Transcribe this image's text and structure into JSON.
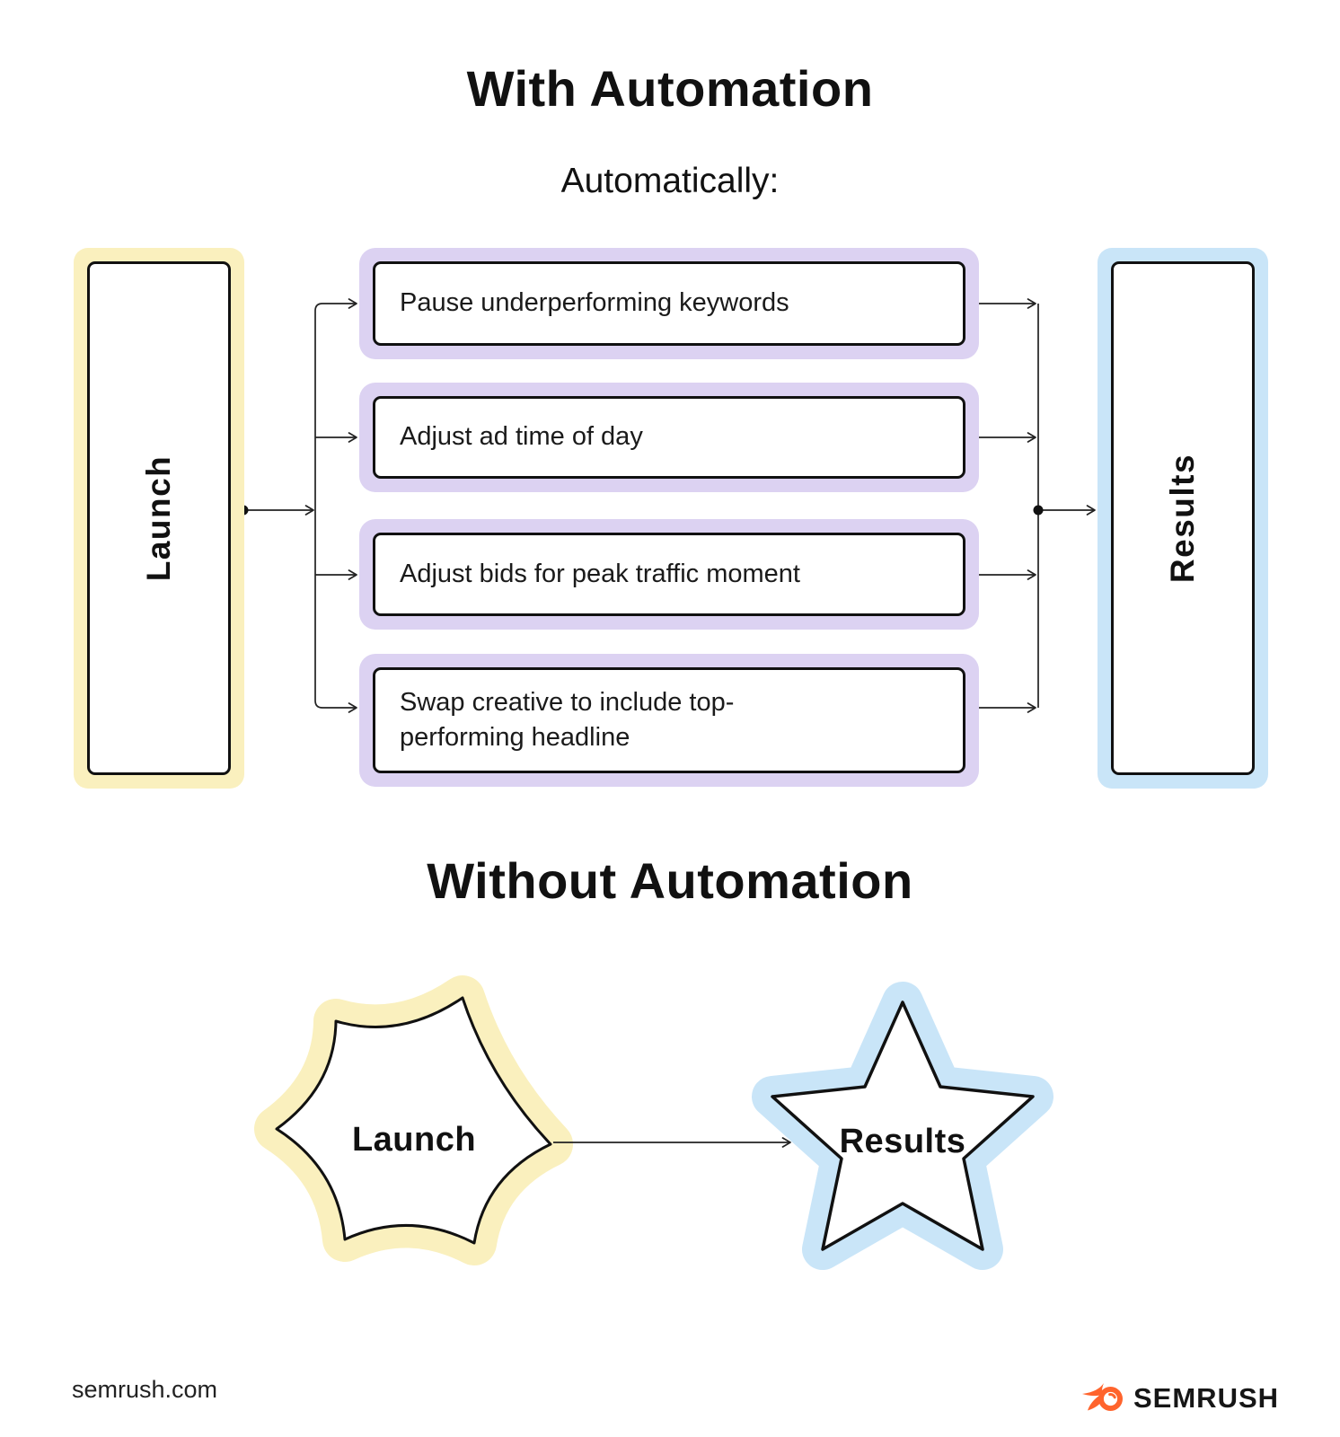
{
  "with_automation": {
    "title": "With Automation",
    "subtitle": "Automatically:",
    "launch_label": "Launch",
    "results_label": "Results",
    "actions": [
      "Pause underperforming keywords",
      "Adjust ad time of day",
      "Adjust bids for peak traffic moment",
      "Swap creative to include top-performing headline"
    ]
  },
  "without_automation": {
    "title": "Without Automation",
    "launch_label": "Launch",
    "results_label": "Results"
  },
  "footer": {
    "site": "semrush.com",
    "logo_text": "SEMRUSH"
  },
  "colors": {
    "launch_glow": "#FAF0BE",
    "action_glow": "#DCD2F2",
    "results_glow": "#C9E5F8",
    "outline": "#111111",
    "connector": "#222222",
    "logo_orange": "#FF642D"
  }
}
